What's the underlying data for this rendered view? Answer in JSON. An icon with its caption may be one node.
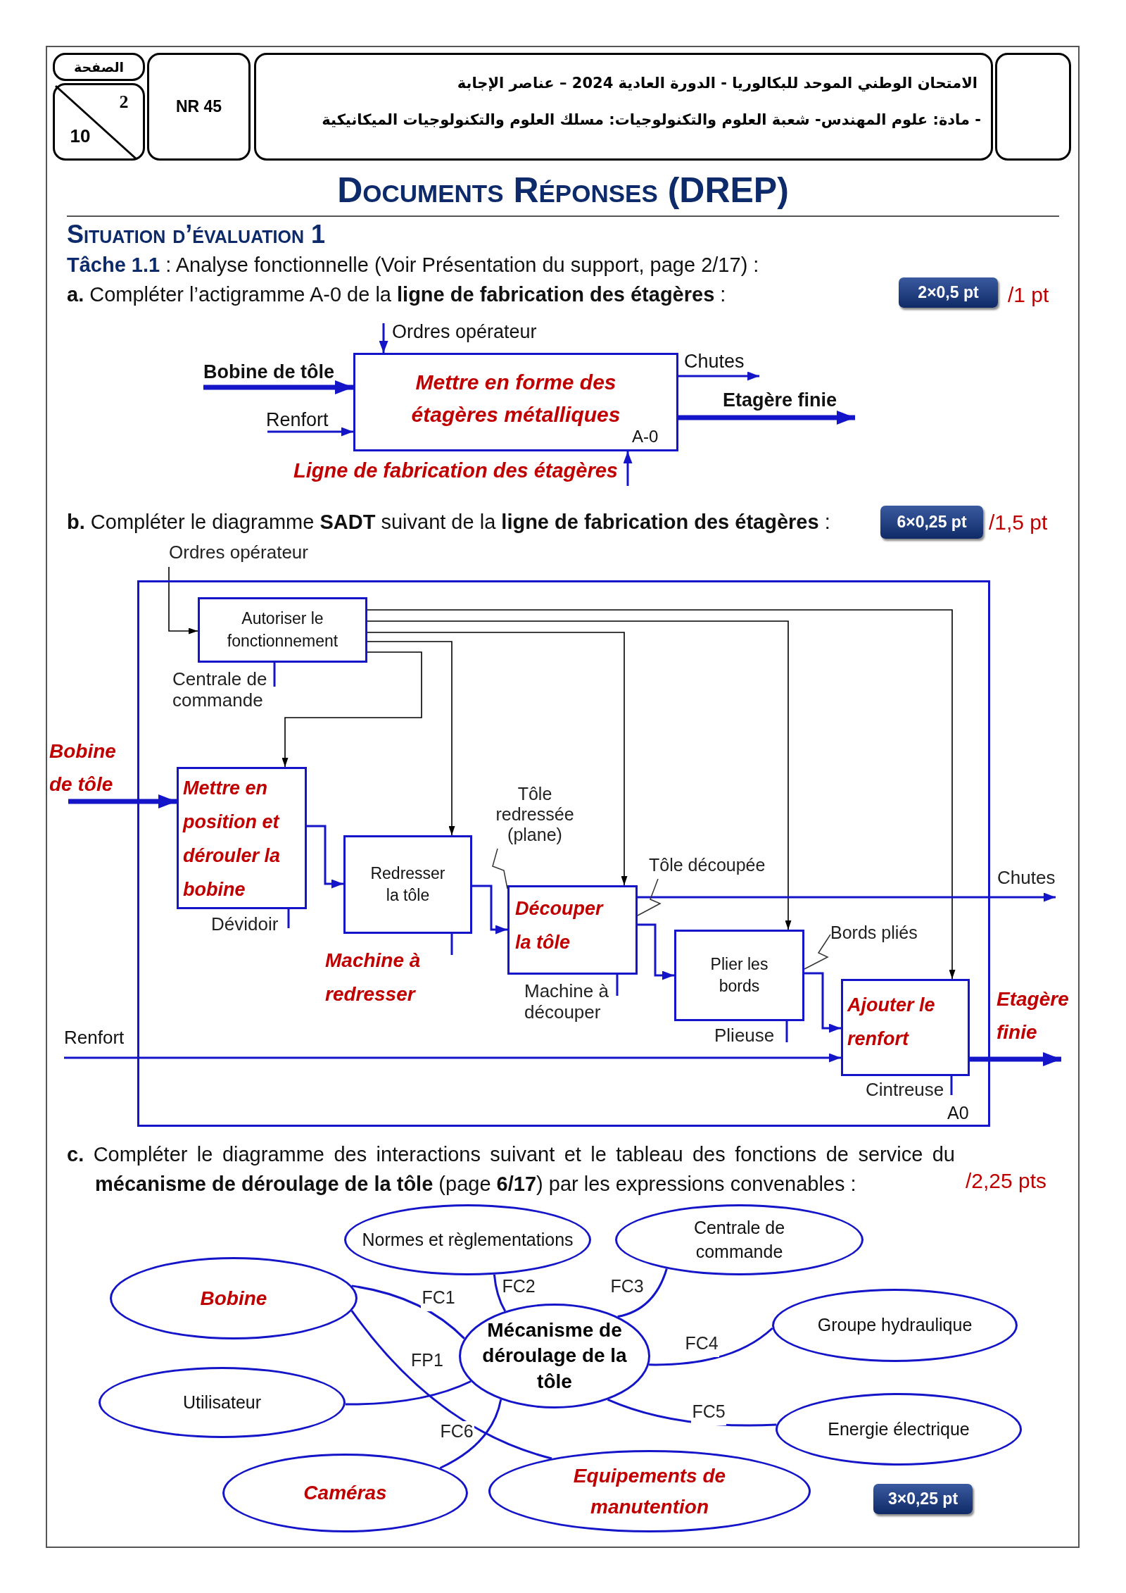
{
  "diagram": {
    "title": "Documents Réponses (DREP)",
    "nodes": [
      {
        "text": [
          "الصفحة"
        ]
      },
      {
        "text": [
          "2",
          "10"
        ]
      },
      {
        "text": [
          "NR 45"
        ]
      },
      {
        "text": [
          "الامتحان الوطني الموحد للبكالوريا - الدورة العادية 2024 – عناصر الإجابة",
          "- مادة: علوم المهندس- شعبة العلوم والتكنولوجيات: مسلك العلوم والتكنولوجيات الميكانيكية"
        ]
      },
      {
        "text": [],
        "shape": "box"
      },
      {
        "text": [
          "2×0,5 pt"
        ]
      },
      {
        "text": [
          "Ordres opérateur"
        ]
      },
      {
        "text": [
          "Bobine de tôle"
        ]
      },
      {
        "text": [
          "Renfort"
        ]
      },
      {
        "text": [
          "Mettre en forme des étagères métalliques",
          "A-0"
        ]
      },
      {
        "text": [
          "Chutes"
        ]
      },
      {
        "text": [
          "Etagère finie"
        ]
      },
      {
        "text": [
          "Ligne de fabrication des étagères"
        ]
      },
      {
        "text": [
          "6×0,25 pt"
        ]
      },
      {
        "text": [
          "Ordres opérateur"
        ]
      },
      {
        "text": [
          "A0"
        ]
      },
      {
        "text": [
          "Autoriser le fonctionnement"
        ],
        "in": 15
      },
      {
        "text": [
          "Centrale de commande"
        ],
        "in": 15
      },
      {
        "text": [
          "Bobine de tôle"
        ]
      },
      {
        "text": [
          "Mettre en position et dérouler la bobine"
        ],
        "in": 15
      },
      {
        "text": [
          "Dévidoir"
        ],
        "in": 15
      },
      {
        "text": [
          "Redresser la tôle"
        ],
        "in": 15
      },
      {
        "text": [
          "Machine à redresser"
        ],
        "in": 15
      },
      {
        "text": [
          "Découper la tôle"
        ],
        "in": 15
      },
      {
        "text": [
          "Machine à découper"
        ],
        "in": 15
      },
      {
        "text": [
          "Plier les bords"
        ],
        "in": 15
      },
      {
        "text": [
          "Plieuse"
        ],
        "in": 15
      },
      {
        "text": [
          "Renfort"
        ]
      },
      {
        "text": [
          "Ajouter le renfort"
        ],
        "in": 15
      },
      {
        "text": [
          "Cintreuse"
        ],
        "in": 15
      },
      {
        "text": [
          "Chutes"
        ]
      },
      {
        "text": [
          "Etagère finie"
        ]
      },
      {
        "text": [
          "Normes et règlementations"
        ]
      },
      {
        "text": [
          "Centrale de commande"
        ]
      },
      {
        "text": [
          "Bobine"
        ]
      },
      {
        "text": [
          "Mécanisme de déroulage de la tôle"
        ]
      },
      {
        "text": [
          "Groupe hydraulique"
        ]
      },
      {
        "text": [
          "Utilisateur"
        ]
      },
      {
        "text": [
          "Energie électrique"
        ]
      },
      {
        "text": [
          "Caméras"
        ]
      },
      {
        "text": [
          "Equipements de manutention"
        ]
      },
      {
        "text": [
          "3×0,25 pt"
        ]
      },
      {
        "text": [
          "Tôle redressée (plane)"
        ],
        "in": 15
      },
      {
        "text": [
          "Tôle découpée"
        ],
        "in": 15
      },
      {
        "text": [
          "Bords pliés"
        ],
        "in": 15
      }
    ],
    "edges": [
      {
        "from": 6,
        "to": 9,
        "arrow": "to"
      },
      {
        "from": 7,
        "to": 9,
        "arrow": "to",
        "style": "thick"
      },
      {
        "from": 8,
        "to": 9,
        "arrow": "to"
      },
      {
        "from": 9,
        "to": 10,
        "arrow": "to"
      },
      {
        "from": 9,
        "to": 11,
        "arrow": "to",
        "style": "thick"
      },
      {
        "from": 12,
        "to": 9,
        "arrow": "to"
      },
      {
        "from": 14,
        "to": 16,
        "arrow": "to",
        "color": "#000000"
      },
      {
        "from": 17,
        "to": 16,
        "arrow": "none"
      },
      {
        "from": 18,
        "to": 19,
        "arrow": "to",
        "style": "thick"
      },
      {
        "from": 16,
        "to": 19,
        "arrow": "to",
        "color": "#000000"
      },
      {
        "from": 16,
        "to": 21,
        "arrow": "to",
        "color": "#000000"
      },
      {
        "from": 16,
        "to": 23,
        "arrow": "to",
        "color": "#000000"
      },
      {
        "from": 16,
        "to": 25,
        "arrow": "to",
        "color": "#000000"
      },
      {
        "from": 16,
        "to": 28,
        "arrow": "to",
        "color": "#000000"
      },
      {
        "from": 19,
        "to": 21,
        "arrow": "to"
      },
      {
        "from": 20,
        "to": 19,
        "arrow": "none"
      },
      {
        "from": 21,
        "to": 23,
        "arrow": "to"
      },
      {
        "from": 22,
        "to": 21,
        "arrow": "none"
      },
      {
        "from": 23,
        "to": 30,
        "arrow": "to"
      },
      {
        "from": 23,
        "to": 25,
        "arrow": "to"
      },
      {
        "from": 24,
        "to": 23,
        "arrow": "none"
      },
      {
        "from": 25,
        "to": 28,
        "arrow": "to"
      },
      {
        "from": 26,
        "to": 25,
        "arrow": "none"
      },
      {
        "from": 27,
        "to": 28,
        "arrow": "to"
      },
      {
        "from": 28,
        "to": 31,
        "arrow": "to",
        "style": "thick"
      },
      {
        "from": 29,
        "to": 28,
        "arrow": "none"
      },
      {
        "from": 34,
        "to": 35,
        "arrow": "none",
        "label": "FC1"
      },
      {
        "from": 34,
        "to": 40,
        "arrow": "none",
        "label": "FP1"
      },
      {
        "from": 37,
        "to": 35,
        "arrow": "none"
      },
      {
        "from": 32,
        "to": 35,
        "arrow": "none",
        "label": "FC2"
      },
      {
        "from": 33,
        "to": 35,
        "arrow": "none",
        "label": "FC3"
      },
      {
        "from": 36,
        "to": 35,
        "arrow": "none",
        "label": "FC4"
      },
      {
        "from": 38,
        "to": 35,
        "arrow": "none",
        "label": "FC5"
      },
      {
        "from": 39,
        "to": 35,
        "arrow": "none",
        "label": "FC6"
      },
      {
        "from": 42,
        "to": 23,
        "arrow": "none",
        "color": "#333333"
      },
      {
        "from": 43,
        "to": 23,
        "arrow": "none",
        "color": "#333333"
      },
      {
        "from": 44,
        "to": 25,
        "arrow": "none",
        "color": "#333333"
      }
    ],
    "labels": [
      "Situation d’évaluation 1",
      "**Tâche 1.1** : Analyse fonctionnelle (Voir Présentation du support, page 2/17) :",
      "**a.** Compléter l’actigramme A-0 de la **ligne de fabrication des étagères** :",
      "/1 pt",
      "**b.** Compléter le diagramme **SADT** suivant de la **ligne de fabrication des étagères** :",
      "/1,5 pt",
      "**c.** Compléter le diagramme des interactions suivant et le tableau des fonctions de service du **mécanisme de déroulage de la tôle** (page **6/17**) par les expressions convenables :",
      "/2,25 pts"
    ]
  }
}
